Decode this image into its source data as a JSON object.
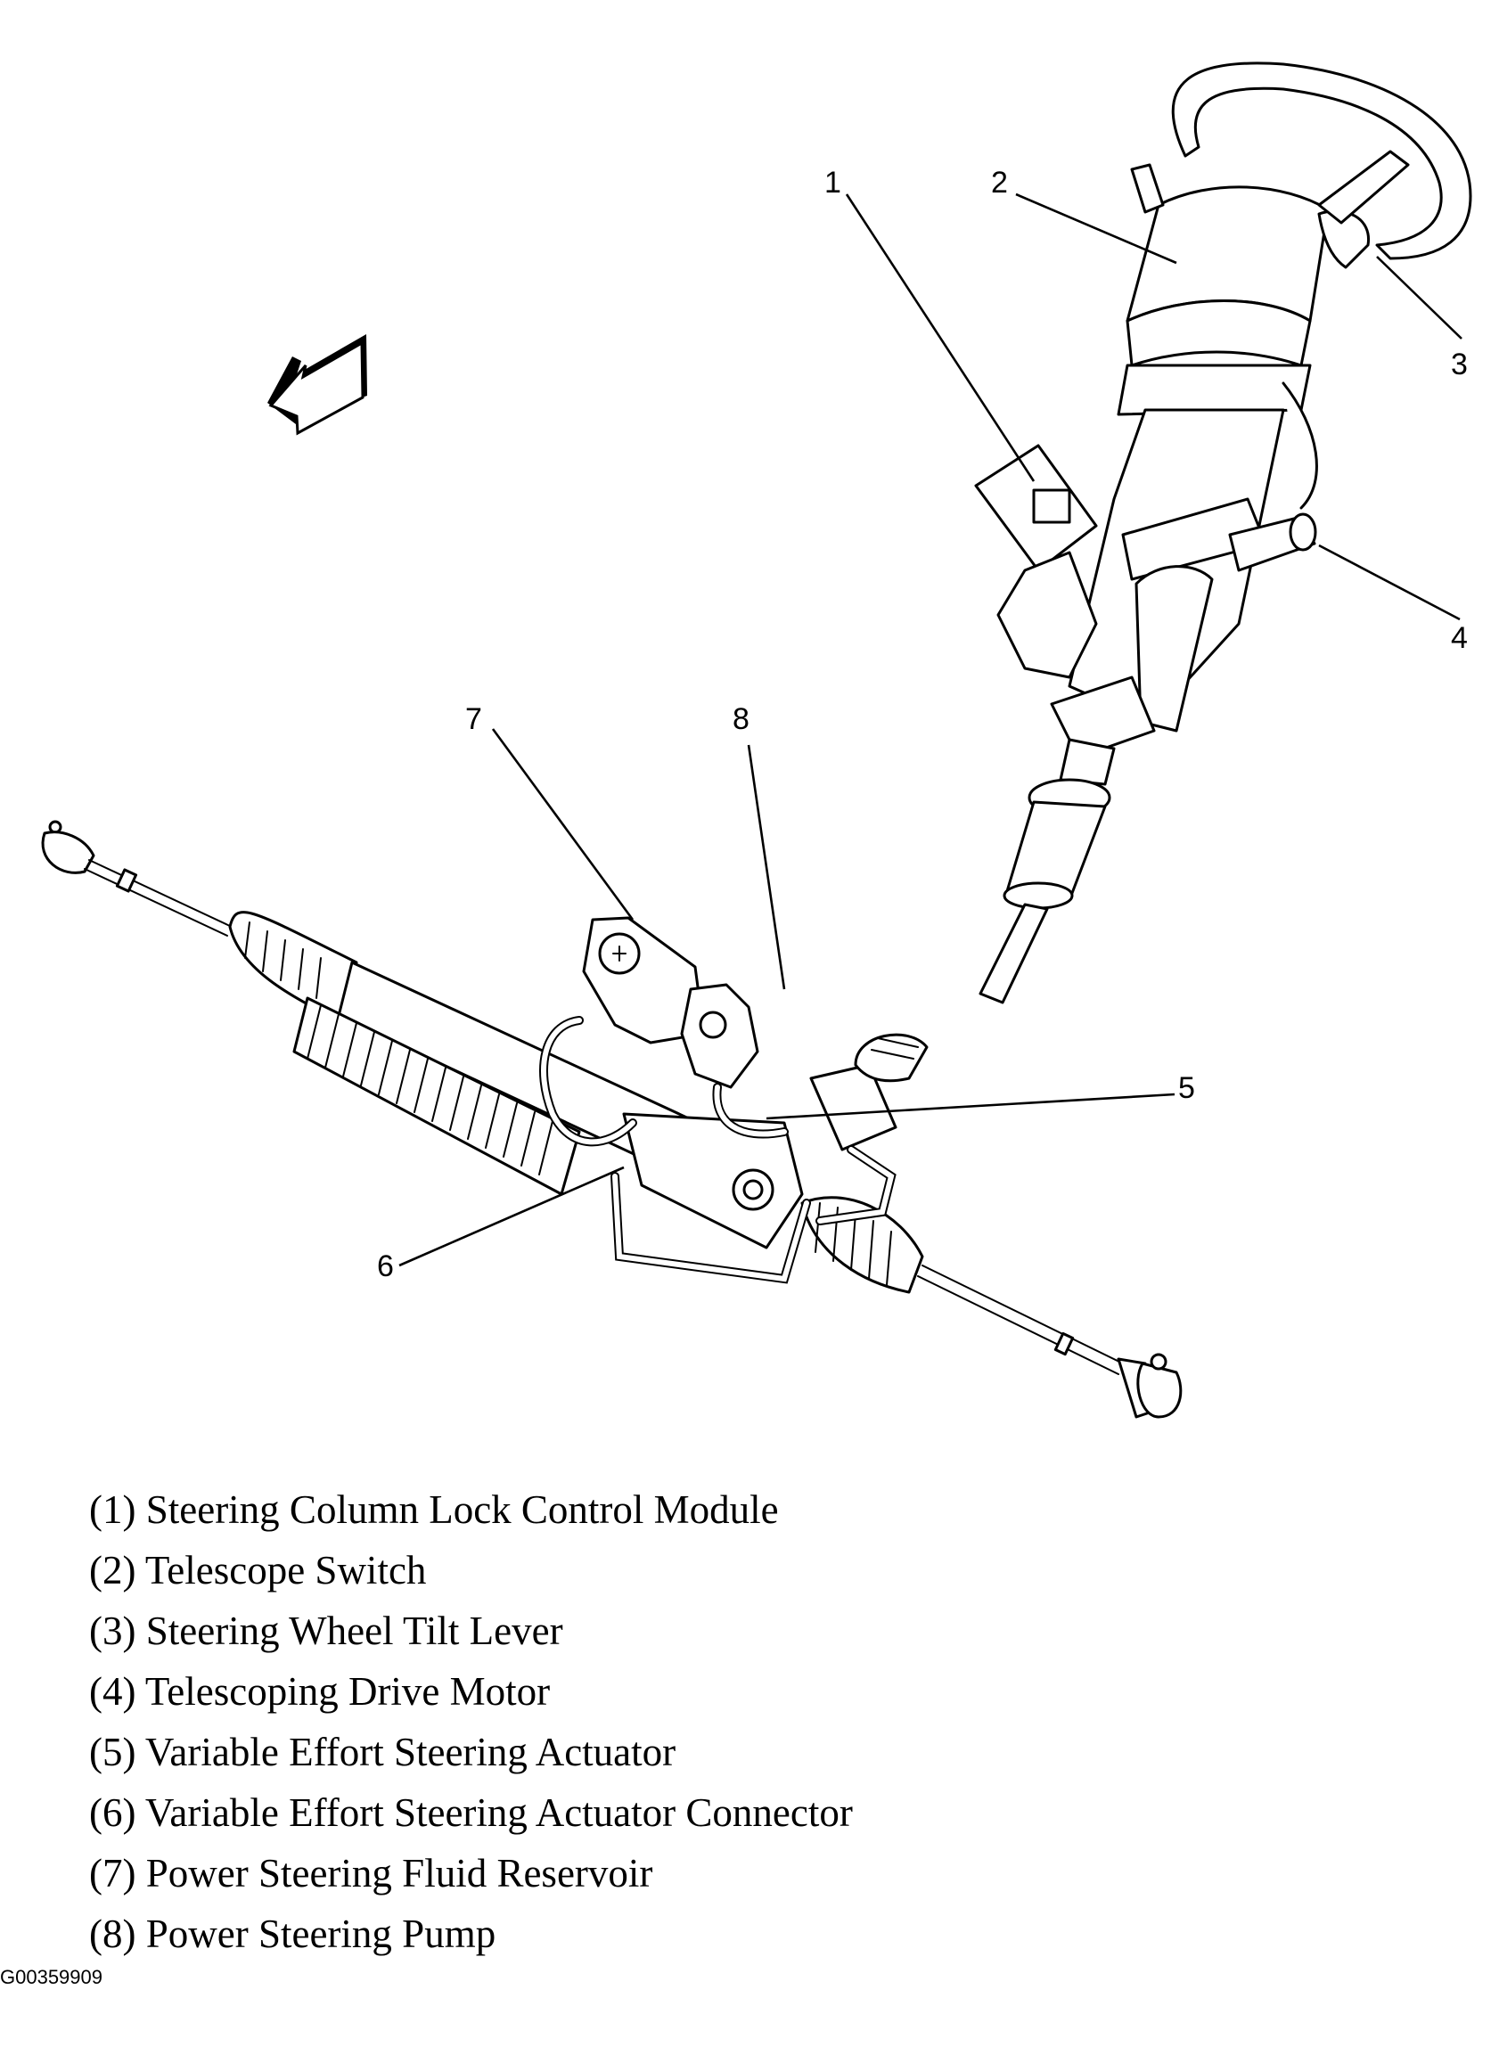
{
  "figure": {
    "title": "Steering Column and Power Steering Component Locations",
    "figure_id": "G00359909",
    "direction_indicator": "front-arrow-icon"
  },
  "callouts": [
    {
      "number": "1",
      "target": "Steering Column Lock Control Module"
    },
    {
      "number": "2",
      "target": "Telescope Switch"
    },
    {
      "number": "3",
      "target": "Steering Wheel Tilt Lever"
    },
    {
      "number": "4",
      "target": "Telescoping Drive Motor"
    },
    {
      "number": "5",
      "target": "Variable Effort Steering Actuator"
    },
    {
      "number": "6",
      "target": "Variable Effort Steering Actuator Connector"
    },
    {
      "number": "7",
      "target": "Power Steering Fluid Reservoir"
    },
    {
      "number": "8",
      "target": "Power Steering Pump"
    }
  ],
  "legend": [
    "(1) Steering Column Lock Control Module",
    "(2) Telescope Switch",
    "(3) Steering Wheel Tilt Lever",
    "(4) Telescoping Drive Motor",
    "(5) Variable Effort Steering Actuator",
    "(6) Variable Effort Steering Actuator Connector",
    "(7) Power Steering Fluid Reservoir",
    "(8) Power Steering Pump"
  ]
}
